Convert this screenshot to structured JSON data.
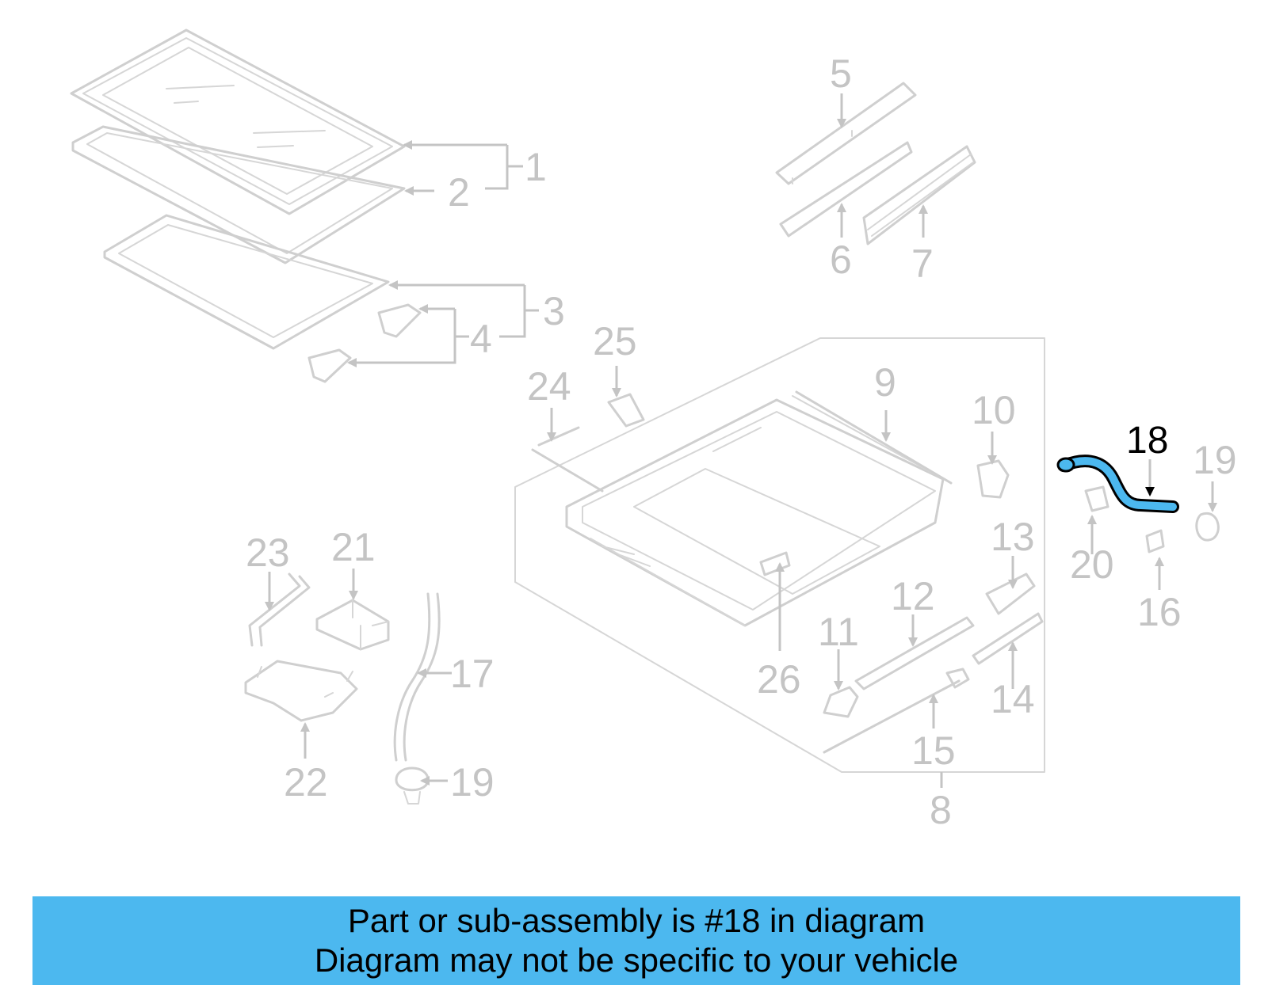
{
  "highlight_part": "18",
  "highlight_color": "#4cb8ef",
  "banner": {
    "line1": "Part or sub-assembly is #18 in diagram",
    "line2": "Diagram may not be specific to your vehicle",
    "background": "#4cb8ef"
  },
  "labels": {
    "n1": "1",
    "n2": "2",
    "n3": "3",
    "n4": "4",
    "n5": "5",
    "n6": "6",
    "n7": "7",
    "n8": "8",
    "n9": "9",
    "n10": "10",
    "n11": "11",
    "n12": "12",
    "n13": "13",
    "n14": "14",
    "n15": "15",
    "n16": "16",
    "n17": "17",
    "n18": "18",
    "n19a": "19",
    "n19b": "19",
    "n20": "20",
    "n21": "21",
    "n22": "22",
    "n23": "23",
    "n24": "24",
    "n25": "25",
    "n26": "26"
  }
}
